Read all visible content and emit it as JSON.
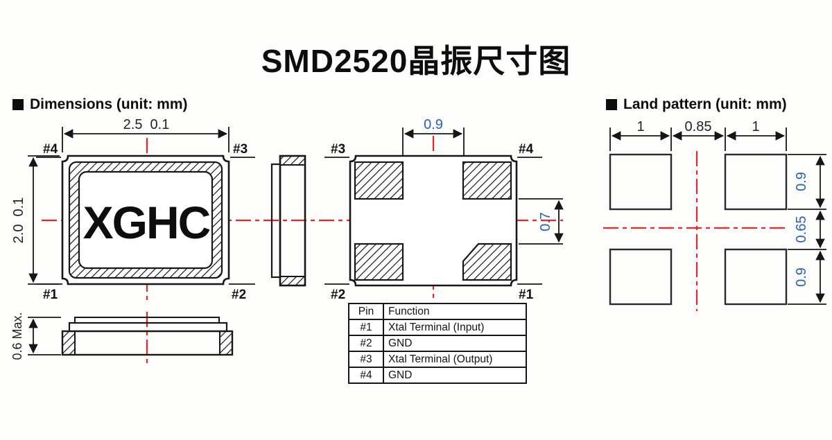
{
  "title": "SMD2520晶振尺寸图",
  "sections": {
    "dimensions": {
      "heading": "Dimensions (unit: mm)"
    },
    "land": {
      "heading": "Land pattern (unit: mm)"
    }
  },
  "front_view": {
    "marking": "XGHC",
    "dim_width": "2.5  0.1",
    "dim_height": "2.0  0.1",
    "dim_thickness": "0.6 Max.",
    "pin_top_left": "#4",
    "pin_top_right": "#3",
    "pin_bottom_left": "#1",
    "pin_bottom_right": "#2"
  },
  "bottom_view": {
    "dim_pad_gap": "0.9",
    "dim_pad_height": "0.7",
    "pin_top_left": "#3",
    "pin_top_right": "#4",
    "pin_bottom_left": "#2",
    "pin_bottom_right": "#1"
  },
  "land_pattern": {
    "dim_pad_width_left": "1",
    "dim_gap_h": "0.85",
    "dim_pad_width_right": "1",
    "dim_pad_height_top": "0.9",
    "dim_gap_v": "0.65",
    "dim_pad_height_bottom": "0.9"
  },
  "pin_table": {
    "headers": [
      "Pin",
      "Function"
    ],
    "rows": [
      {
        "pin": "#1",
        "function": "Xtal Terminal (Input)"
      },
      {
        "pin": "#2",
        "function": "GND"
      },
      {
        "pin": "#3",
        "function": "Xtal Terminal (Output)"
      },
      {
        "pin": "#4",
        "function": "GND"
      }
    ]
  },
  "colors": {
    "line": "#111111",
    "centerline": "#e8262a",
    "dim_text_blue": "#2b5dbb",
    "dim_text_dark": "#222222"
  }
}
